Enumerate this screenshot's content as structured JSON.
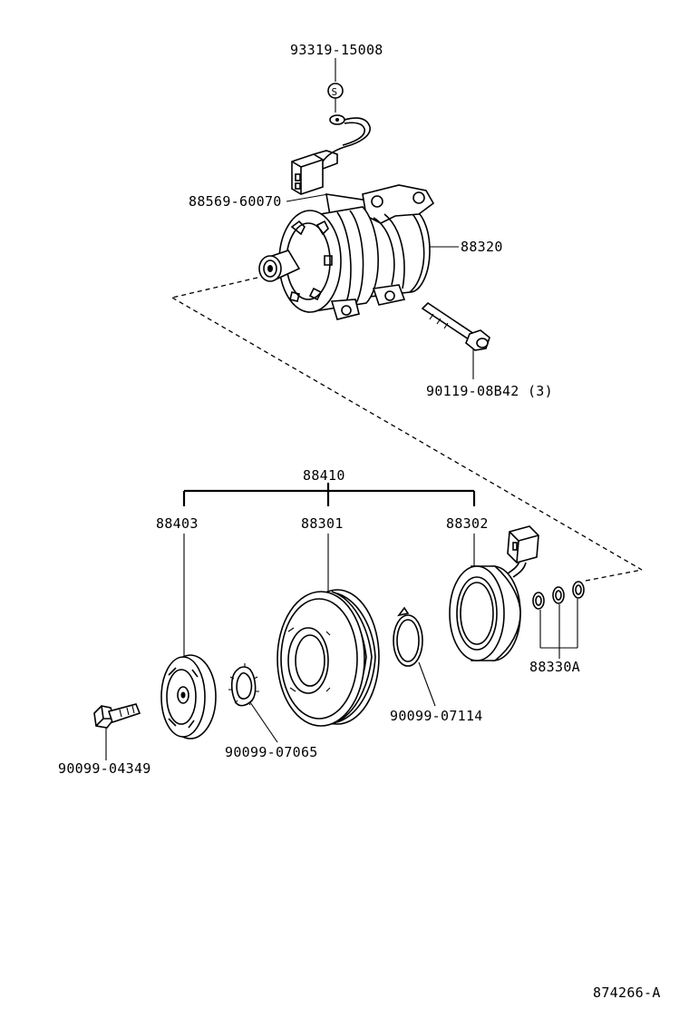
{
  "figure_number": "874266-A",
  "callouts": {
    "sensor_bolt": "93319-15008",
    "thermistor": "88569-60070",
    "compressor": "88320",
    "mount_bolt": "90119-08B42 (3)",
    "clutch_assy": "88410",
    "pressure_plate": "88403",
    "pulley": "88301",
    "stator": "88302",
    "shim_set": "88330A",
    "snap_ring_pulley": "90099-07114",
    "snap_ring_plate": "90099-07065",
    "hub_bolt": "90099-04349"
  },
  "symbols": {
    "s_mark": "S"
  }
}
